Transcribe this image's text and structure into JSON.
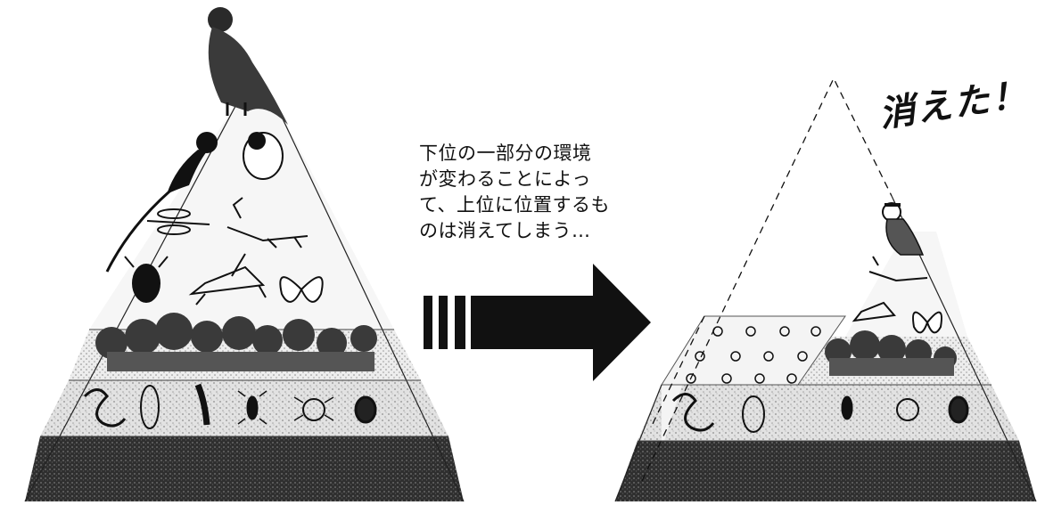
{
  "caption": {
    "lines": [
      "下位の一部分の環境",
      "が変わることによっ",
      "て、上位に位置するも",
      "のは消えてしまう…"
    ]
  },
  "vanished_label": "消えた！",
  "colors": {
    "ink": "#111111",
    "soil": "#333333",
    "litter": "#d8d8d8",
    "forest": "#555555",
    "shadow": "#9a9a9a"
  },
  "left_pyramid": {
    "layers": [
      "hawk",
      "songbirds",
      "dragonfly-and-mantises",
      "beetle-grasshopper-butterfly",
      "trees",
      "soil-creatures",
      "soil"
    ]
  },
  "right_pyramid": {
    "layers": [
      "shrike",
      "mantis",
      "grasshopper-and-butterfly",
      "trees",
      "soil-creatures",
      "soil"
    ],
    "disturbed_section": "sparse-plants"
  }
}
